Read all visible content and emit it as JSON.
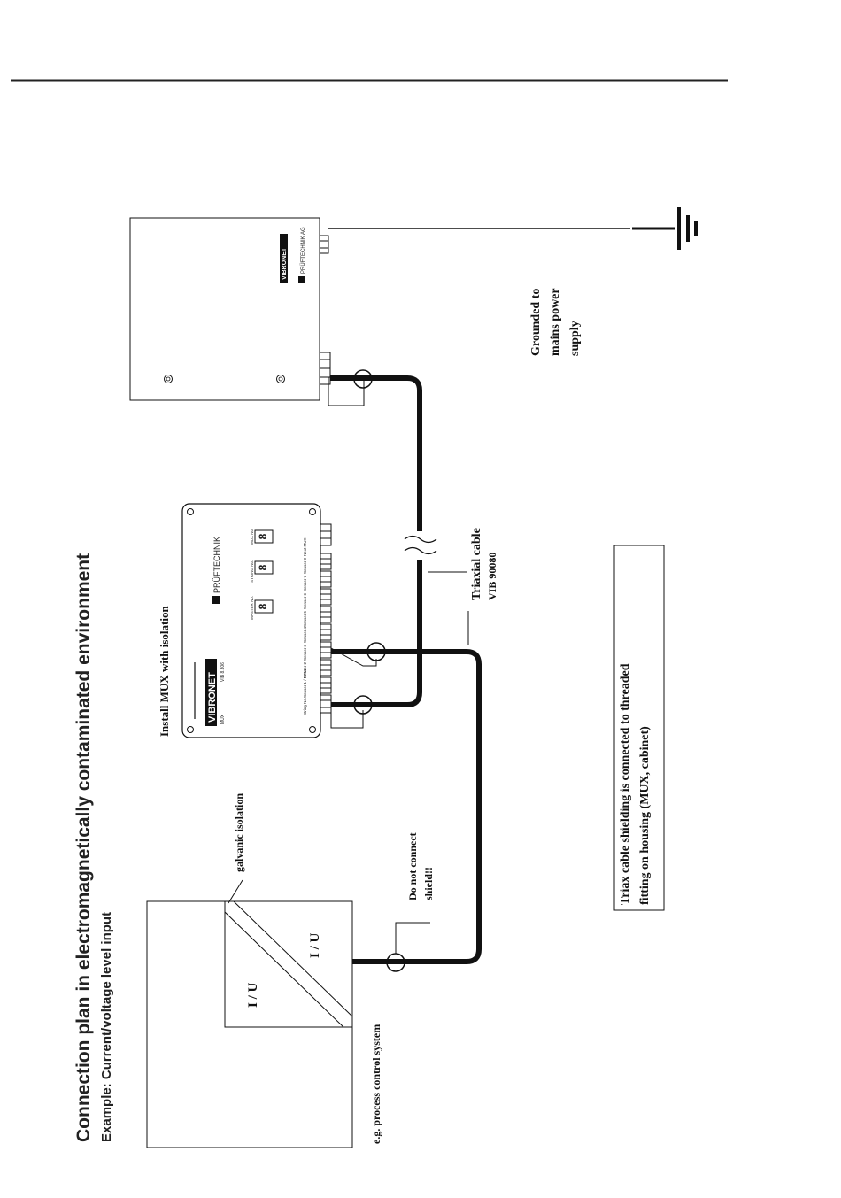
{
  "header": {
    "title": "Connection plan in electromagnetically contaminated environment",
    "subtitle": "Example: Current/voltage level input"
  },
  "labels": {
    "grounded": [
      "Grounded to",
      "mains power",
      "supply"
    ],
    "install_mux": "Install MUX with isolation",
    "triaxial_cable": "Triaxial cable",
    "cable_part": "VIB 90080",
    "galvanic": "galvanic isolation",
    "do_not_connect": [
      "Do not connect",
      "shield!!"
    ],
    "process_system": "e.g. process control system",
    "iu_left": "I / U",
    "iu_right": "I / U",
    "note": [
      "Triax cable shielding is connected to  threaded",
      "fitting on housing (MUX, cabinet)"
    ]
  },
  "cabinet": {
    "brand": "VIBRONET",
    "maker": "PRÜFTECHNIK AG"
  },
  "mux": {
    "brand": "VIBRONET",
    "sub": "MUX",
    "model": "VIB 8.306",
    "maker": "PRÜFTECHNIK",
    "display_labels": [
      "MASTER No.",
      "STRING No.",
      "MUX No."
    ],
    "digits": [
      "8",
      "8",
      "8"
    ],
    "ports": [
      "String No.",
      "Sensor 1 / RPM",
      "Sensor 2",
      "Sensor 3",
      "Sensor 4",
      "Sensor 5",
      "Sensor 6",
      "Sensor 7",
      "Sensor 8",
      "Next MUX"
    ]
  },
  "colors": {
    "ink": "#111111",
    "rule": "#222222"
  }
}
